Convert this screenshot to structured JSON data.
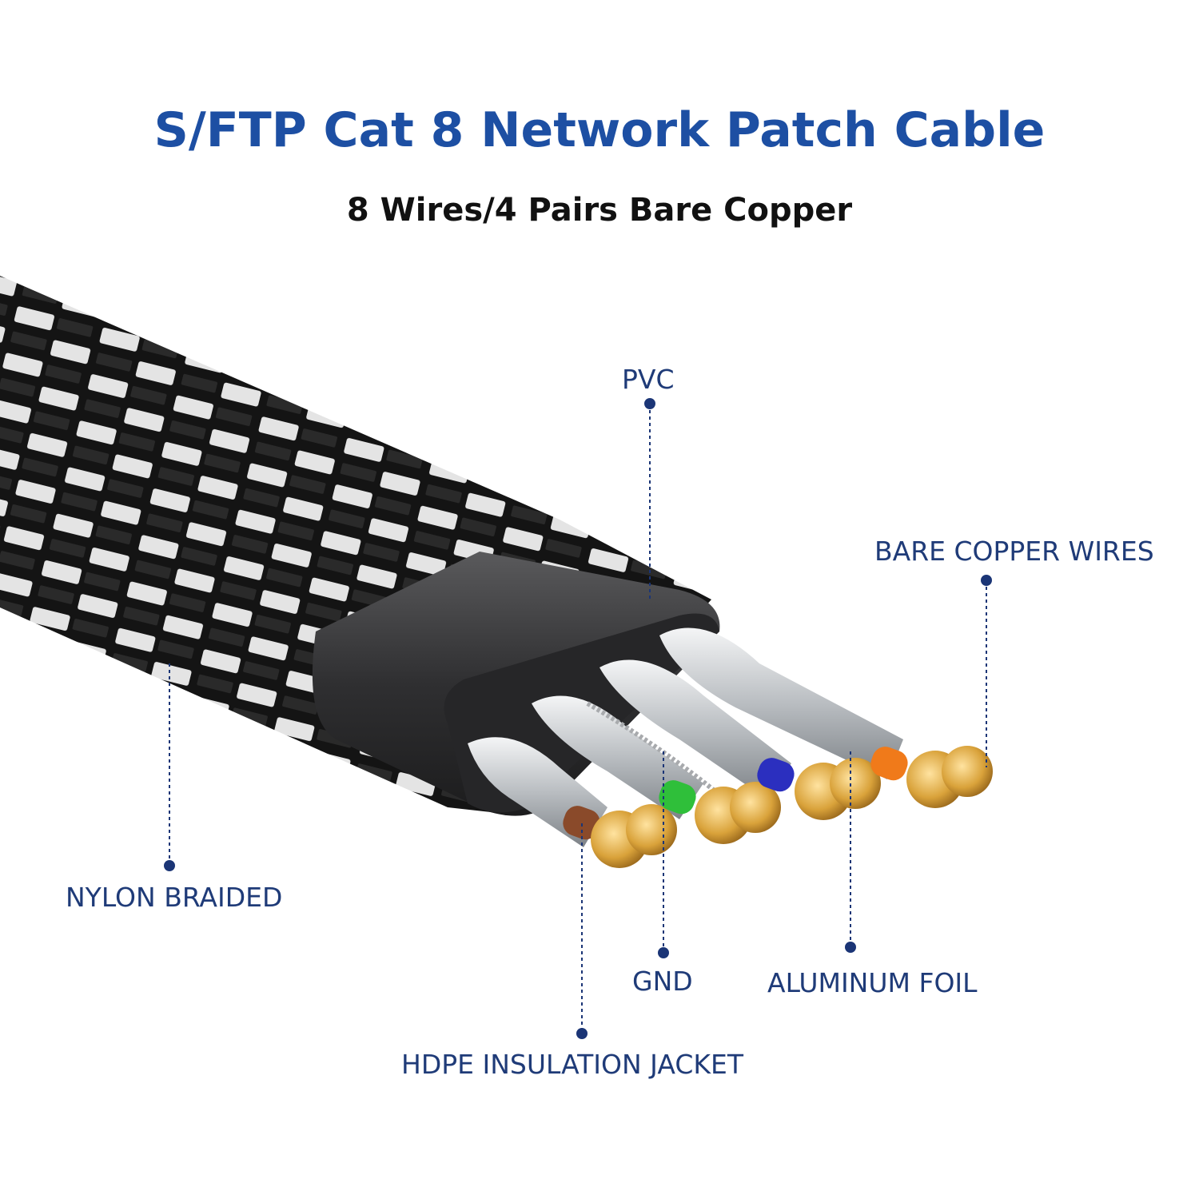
{
  "title": "S/FTP Cat 8 Network Patch Cable",
  "subtitle": "8 Wires/4 Pairs Bare Copper",
  "labels": {
    "pvc": "PVC",
    "bare_copper_wires": "BARE COPPER WIRES",
    "nylon_braided": "NYLON BRAIDED",
    "gnd": "GND",
    "aluminum_foil": "ALUMINUM FOIL",
    "hdpe_insulation_jacket": "HDPE INSULATION JACKET"
  },
  "colors": {
    "title": "#1d4fa3",
    "label": "#1f3b78",
    "leader_dot": "#1b3576",
    "jacket": "#3a3a3c",
    "braid_light": "#e6e6e6",
    "braid_dark": "#1a1a1a",
    "foil": "#bfc3c7",
    "copper": "#d9a23a",
    "pair_colors": [
      "#8a4a2a",
      "#2fbf3a",
      "#2b2fbf",
      "#f07a1a"
    ]
  }
}
